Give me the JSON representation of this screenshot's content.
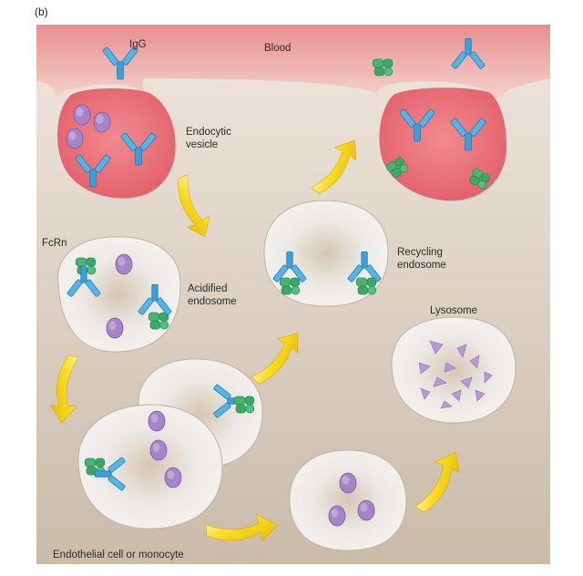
{
  "panel_label": "(b)",
  "labels": {
    "igg": "IgG",
    "blood": "Blood",
    "endocytic_line1": "Endocytic",
    "endocytic_line2": "vesicle",
    "fcrn": "FcRn",
    "acidified_line1": "Acidified",
    "acidified_line2": "endosome",
    "recycling_line1": "Recycling",
    "recycling_line2": "endosome",
    "lysosome": "Lysosome",
    "cell": "Endothelial cell or monocyte"
  },
  "colors": {
    "blood_top": "#e58c8c",
    "blood_bottom": "#f2c9c2",
    "cell_top": "#e9ddd6",
    "cell_bottom": "#cdbfae",
    "vesicle_fill": "#ea6f78",
    "endosome_fill": "#e9e8e6",
    "igg_blue": "#49a9dd",
    "fcrn_green": "#3fae6b",
    "albumin_purple": "#a47fc4",
    "arrow_yellow": "#f6d51c"
  }
}
